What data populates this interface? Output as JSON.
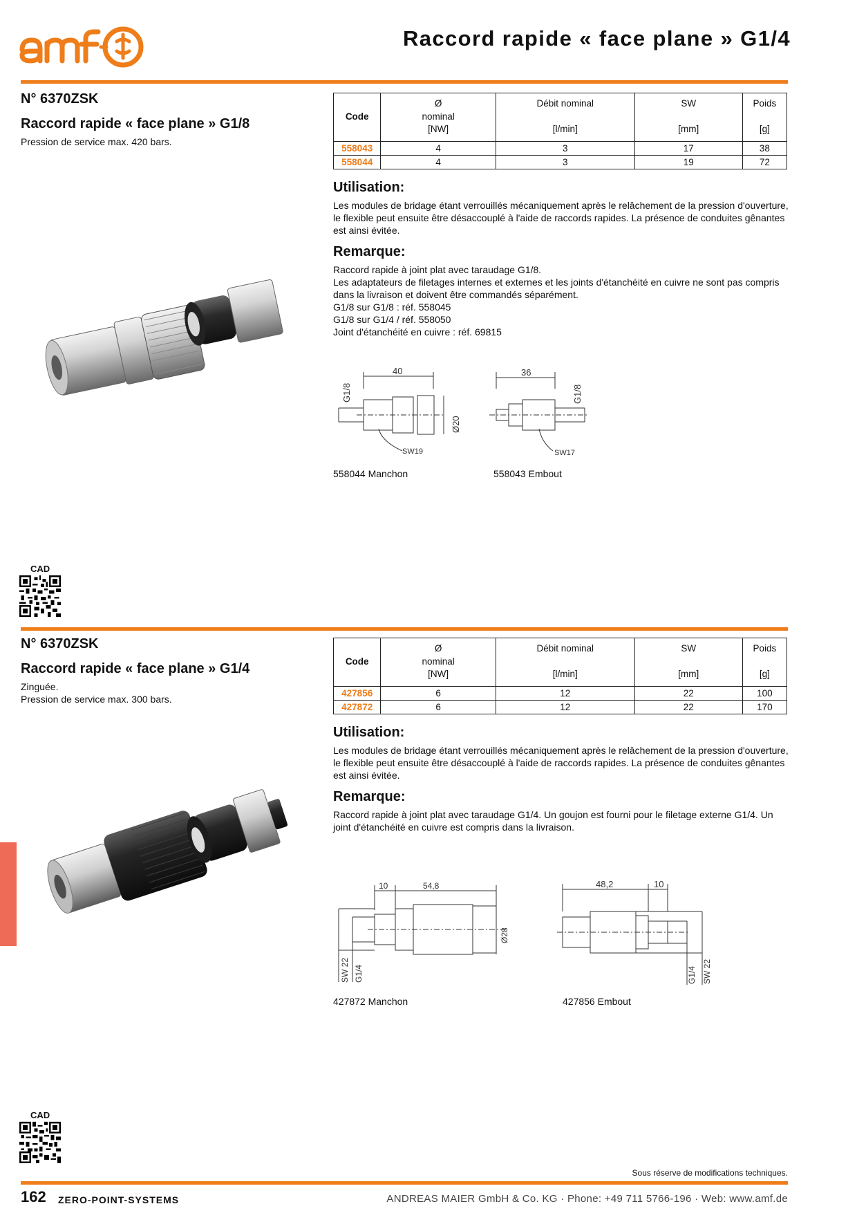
{
  "header": {
    "logo_text": "amf",
    "title": "Raccord rapide « face plane » G1/4"
  },
  "section1": {
    "number": "N° 6370ZSK",
    "title": "Raccord rapide « face plane » G1/8",
    "description": [
      "Pression de service max. 420 bars."
    ],
    "table": {
      "headers": {
        "code": "Code",
        "diameter_symbol": "Ø",
        "diameter_label": "nominal",
        "diameter_unit": "[NW]",
        "flow_label": "Débit nominal",
        "flow_unit": "[l/min]",
        "sw_label": "SW",
        "sw_unit": "[mm]",
        "weight_label": "Poids",
        "weight_unit": "[g]"
      },
      "rows": [
        {
          "code": "558043",
          "nw": "4",
          "flow": "3",
          "sw": "17",
          "weight": "38"
        },
        {
          "code": "558044",
          "nw": "4",
          "flow": "3",
          "sw": "19",
          "weight": "72"
        }
      ]
    },
    "usage_title": "Utilisation:",
    "usage_text": "Les modules de bridage étant verrouillés mécaniquement après le relâchement de la pression d'ouverture, le flexible peut ensuite être désaccouplé à l'aide de raccords rapides. La présence de conduites gênantes est ainsi évitée.",
    "remark_title": "Remarque:",
    "remark_lines": [
      "Raccord rapide à joint plat avec taraudage G1/8.",
      "Les adaptateurs de filetages internes et externes et les joints d'étanchéité en cuivre ne sont pas compris dans la livraison et doivent être commandés séparément.",
      "G1/8 sur G1/8 : réf. 558045",
      "G1/8 sur G1/4 / réf. 558050",
      "Joint d'étanchéité en cuivre : réf. 69815"
    ],
    "drawings": {
      "left": {
        "dim_length": "40",
        "thread": "G1/8",
        "diameter": "Ø20",
        "wrench": "SW19",
        "caption": "558044 Manchon"
      },
      "right": {
        "dim_length": "36",
        "thread": "G1/8",
        "wrench": "SW17",
        "caption": "558043 Embout"
      }
    },
    "cad_label": "CAD"
  },
  "section2": {
    "number": "N° 6370ZSK",
    "title": "Raccord rapide « face plane » G1/4",
    "description": [
      "Zinguée.",
      "Pression de service max. 300 bars."
    ],
    "table": {
      "rows": [
        {
          "code": "427856",
          "nw": "6",
          "flow": "12",
          "sw": "22",
          "weight": "100"
        },
        {
          "code": "427872",
          "nw": "6",
          "flow": "12",
          "sw": "22",
          "weight": "170"
        }
      ]
    },
    "usage_title": "Utilisation:",
    "usage_text": "Les modules de bridage étant verrouillés mécaniquement après le relâchement de la pression d'ouverture, le flexible peut ensuite être désaccouplé à l'aide de raccords rapides. La présence de conduites gênantes est ainsi évitée.",
    "remark_title": "Remarque:",
    "remark_lines": [
      "Raccord rapide à joint plat avec taraudage G1/4. Un goujon est fourni pour le filetage externe G1/4. Un joint d'étanchéité en cuivre est compris dans la livraison."
    ],
    "drawings": {
      "left": {
        "dim_a": "10",
        "dim_b": "54,8",
        "diameter": "Ø28",
        "wrench": "SW 22",
        "thread": "G1/4",
        "caption": "427872 Manchon"
      },
      "right": {
        "dim_a": "48,2",
        "dim_b": "10",
        "wrench": "SW 22",
        "thread": "G1/4",
        "caption": "427856 Embout"
      }
    },
    "cad_label": "CAD"
  },
  "footer": {
    "note": "Sous réserve de modifications techniques.",
    "page_number": "162",
    "section_name": "ZERO-POINT-SYSTEMS",
    "company": "ANDREAS MAIER GmbH & Co. KG · Phone: +49 711 5766-196 · Web: www.amf.de"
  },
  "colors": {
    "accent": "#ee7d1a",
    "side_tab": "#ee6b57"
  }
}
